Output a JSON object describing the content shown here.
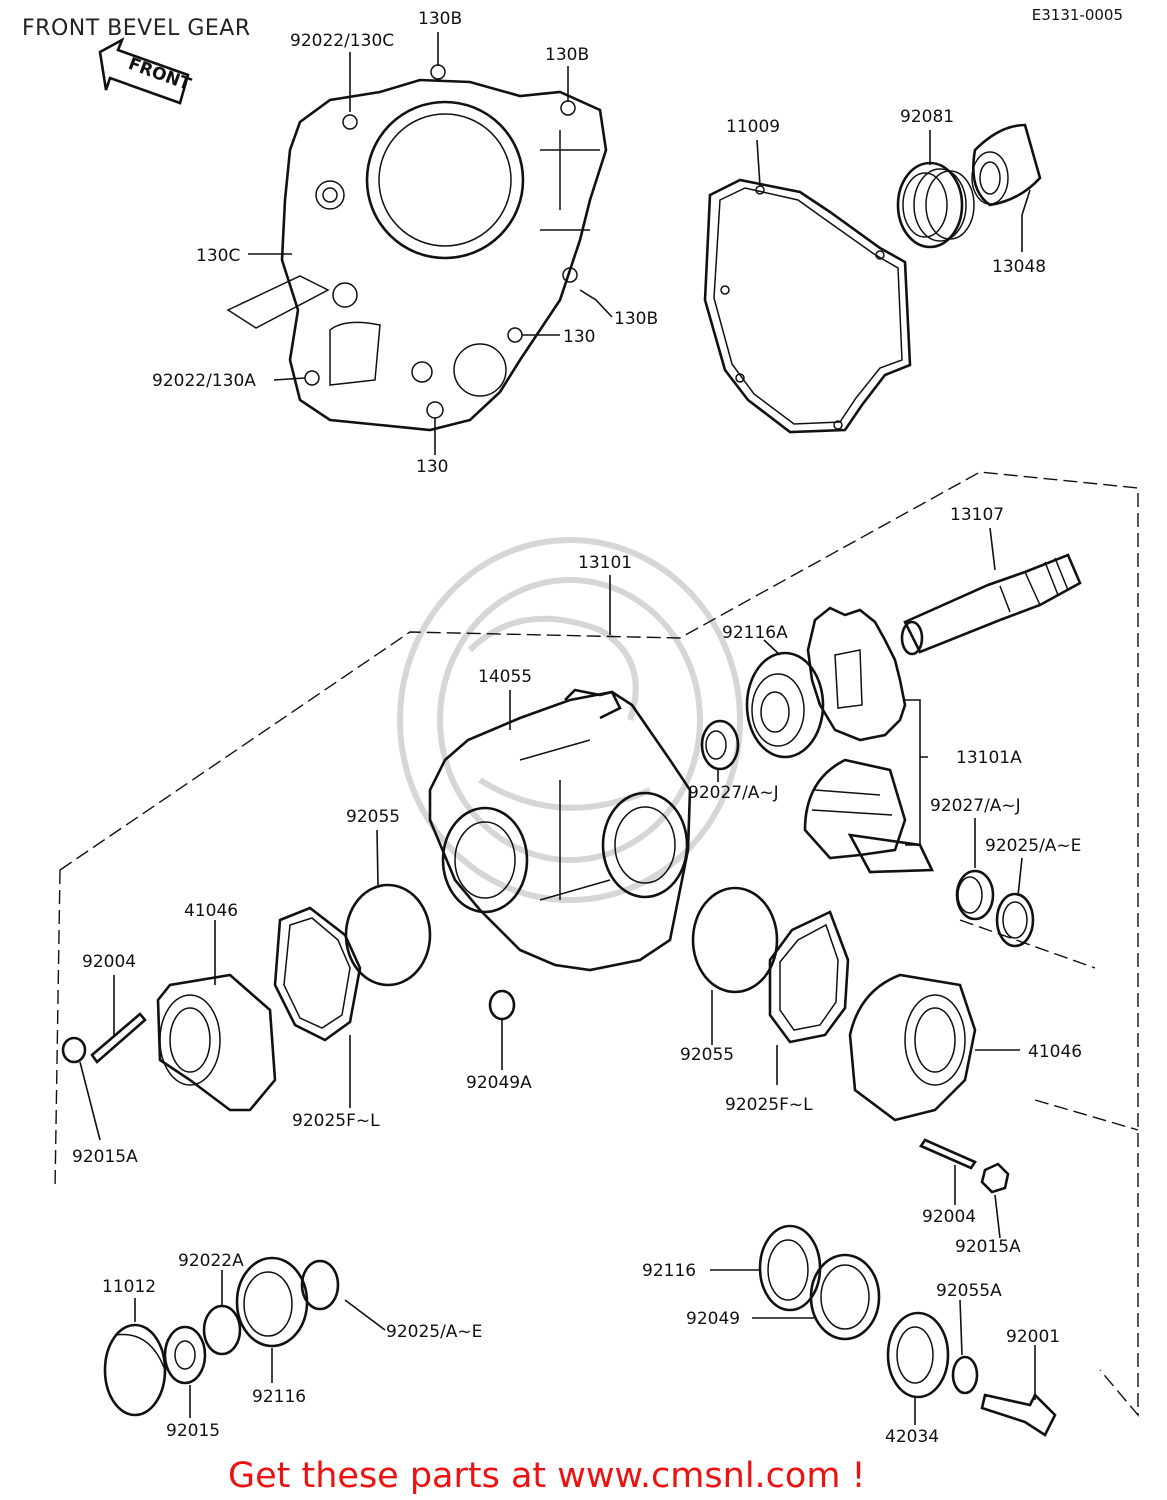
{
  "header": {
    "title": "FRONT BEVEL GEAR",
    "diagram_code": "E3131-0005"
  },
  "front_arrow": {
    "label": "FRONT"
  },
  "labels": {
    "p92022_130C": "92022/130C",
    "p130B_top": "130B",
    "p130B_right": "130B",
    "p130C": "130C",
    "p130B_mid": "130B",
    "p130_right": "130",
    "p92022_130A": "92022/130A",
    "p130_bottom": "130",
    "p11009": "11009",
    "p92081": "92081",
    "p13048": "13048",
    "p13107": "13107",
    "p13101": "13101",
    "p92116A": "92116A",
    "p14055": "14055",
    "p13101A": "13101A",
    "p92027_mid": "92027/A~J",
    "p92027_right": "92027/A~J",
    "p92025_AE_right": "92025/A~E",
    "p92055_left": "92055",
    "p41046_left": "41046",
    "p92004_left": "92004",
    "p92015A_left": "92015A",
    "p92025FL_left": "92025F~L",
    "p92049A": "92049A",
    "p92055_mid": "92055",
    "p92025FL_right": "92025F~L",
    "p41046_right": "41046",
    "p92004_right": "92004",
    "p92015A_right": "92015A",
    "p11012": "11012",
    "p92022A": "92022A",
    "p92025_AE_bottom": "92025/A~E",
    "p92116_bottom": "92116",
    "p92015": "92015",
    "p92116_right": "92116",
    "p92049": "92049",
    "p92055A": "92055A",
    "p92001": "92001",
    "p42034": "42034"
  },
  "footer": {
    "promo": "Get these parts at www.cmsnl.com !"
  }
}
